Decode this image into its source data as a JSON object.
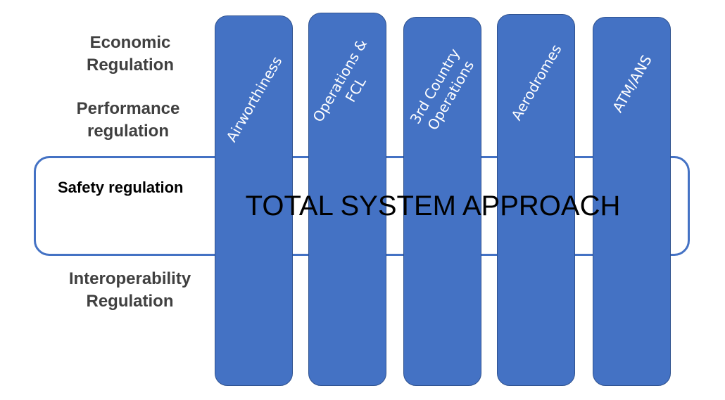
{
  "row_labels": {
    "economic": "Economic\nRegulation",
    "performance": "Performance\nregulation",
    "safety": "Safety regulation",
    "interoperability": "Interoperability\nRegulation"
  },
  "pillars": [
    {
      "label": "Airworthiness"
    },
    {
      "label": "Operations &\nFCL"
    },
    {
      "label": "3rd Country\nOperations"
    },
    {
      "label": "Aerodromes"
    },
    {
      "label": "ATM/ANS"
    }
  ],
  "center_title": "TOTAL SYSTEM APPROACH",
  "colors": {
    "pillar": "#4472c4",
    "band_border": "#4472c4",
    "label_gray": "#404040"
  }
}
